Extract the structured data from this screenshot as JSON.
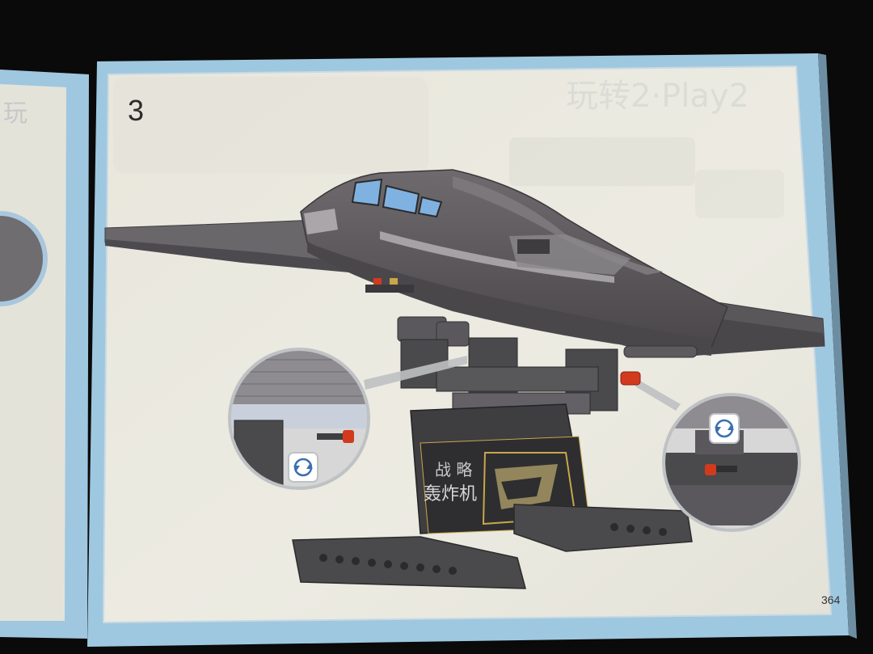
{
  "page": {
    "step_number": "3",
    "page_number": "364",
    "stand_label_line1": "战 略",
    "stand_label_line2": "轰炸机"
  },
  "icons": {
    "callout_left_icon": "rotate-arrows-icon",
    "callout_right_icon": "rotate-arrows-icon"
  },
  "colors": {
    "page_border": "#9ec8e0",
    "page_paper": "#ece9dc",
    "model_body": "#5e5a5e",
    "canopy": "#7fb2e0",
    "stand": "#4a4a4c",
    "accent_red": "#d23a1e",
    "accent_gold": "#c9a64a",
    "background": "#0a0a0a"
  }
}
